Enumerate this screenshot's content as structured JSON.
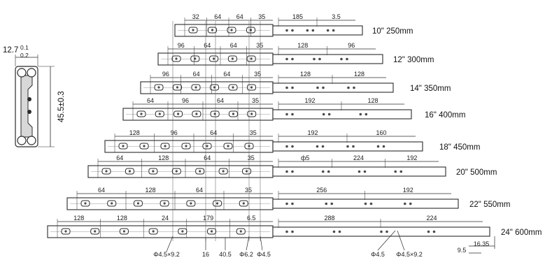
{
  "colors": {
    "line": "#2b2b2b",
    "rail_fill": "#ffffff",
    "slot_fill": "#4a4a4a",
    "text": "#111111"
  },
  "section": {
    "width": "12.7",
    "width_tol_upper": "0.1",
    "width_tol_lower": "0.2",
    "height": "45.5±0.3"
  },
  "rails": [
    {
      "size": "10\" 250mm",
      "left_dims": [
        "32",
        "64",
        "64",
        "35"
      ],
      "right_dims": [
        "185",
        "3.5"
      ]
    },
    {
      "size": "12\" 300mm",
      "left_dims": [
        "96",
        "64",
        "64",
        "35"
      ],
      "right_dims": [
        "128",
        "96"
      ]
    },
    {
      "size": "14\" 350mm",
      "left_dims": [
        "96",
        "64",
        "64",
        "35"
      ],
      "right_dims": [
        "128",
        "128"
      ]
    },
    {
      "size": "16\" 400mm",
      "left_dims": [
        "64",
        "96",
        "64",
        "35"
      ],
      "right_dims": [
        "192",
        "128"
      ]
    },
    {
      "size": "18\" 450mm",
      "left_dims": [
        "128",
        "96",
        "64",
        "35"
      ],
      "right_dims": [
        "192",
        "160"
      ]
    },
    {
      "size": "20\" 500mm",
      "left_dims": [
        "64",
        "128",
        "64",
        "35"
      ],
      "right_dims": [
        "ф5",
        "224",
        "192"
      ]
    },
    {
      "size": "22\" 550mm",
      "left_dims": [
        "64",
        "128",
        "64",
        "35"
      ],
      "right_dims": [
        "256",
        "192"
      ]
    },
    {
      "size": "24\" 600mm",
      "left_dims": [
        "128",
        "128",
        "24",
        "179",
        "6.5"
      ],
      "right_dims": [
        "288",
        "224"
      ]
    }
  ],
  "bottom_callouts": [
    "Φ4.5×9.2",
    "16",
    "40.5",
    "Φ6.2",
    "Φ4.5",
    "Φ4.5",
    "Φ4.5×9.2",
    "9.5",
    "16.35"
  ]
}
